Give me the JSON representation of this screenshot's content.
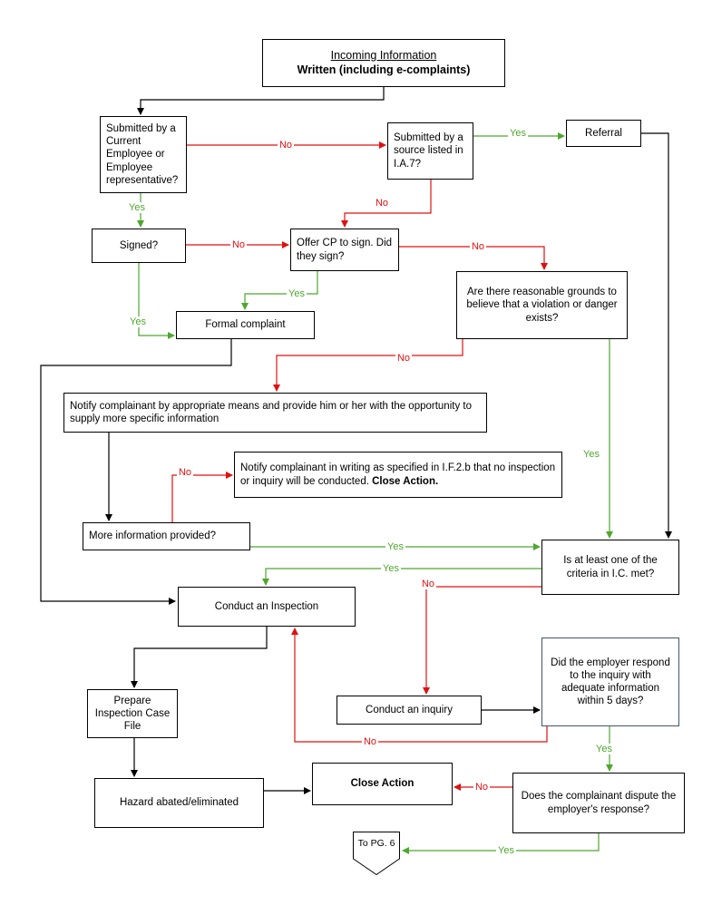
{
  "diagram": {
    "title_box": {
      "line1": "Incoming Information",
      "line2": "Written (including e-complaints)"
    },
    "nodes": {
      "submitted_employee": {
        "label": "Submitted by a Current Employee or Employee representative?"
      },
      "submitted_source": {
        "label": "Submitted by a source listed in I.A.7?"
      },
      "referral": {
        "label": "Referral"
      },
      "signed": {
        "label": "Signed?"
      },
      "offer_cp": {
        "label": "Offer CP to sign. Did they sign?"
      },
      "grounds": {
        "label": "Are there reasonable grounds to believe that a violation or danger exists?"
      },
      "formal_complaint": {
        "label": "Formal complaint"
      },
      "notify_means": {
        "label": "Notify complainant by appropriate means and provide him or her with the opportunity to supply more specific information"
      },
      "notify_writing": {
        "text": "Notify complainant in writing as specified in I.F.2.b that no inspection or inquiry will be conducted. ",
        "bold": "Close Action."
      },
      "more_info": {
        "label": "More information provided?"
      },
      "criteria": {
        "label": "Is at least one of the criteria in I.C. met?"
      },
      "conduct_inspection": {
        "label": "Conduct an Inspection"
      },
      "conduct_inquiry": {
        "label": "Conduct an inquiry"
      },
      "employer_respond": {
        "label": "Did the employer respond to the inquiry with adequate information within 5 days?"
      },
      "prepare_file": {
        "label": "Prepare Inspection Case File"
      },
      "hazard": {
        "label": "Hazard abated/eliminated"
      },
      "close_action": {
        "label": "Close Action"
      },
      "dispute": {
        "label": "Does the complainant dispute the employer's response?"
      },
      "to_pg6": {
        "label": "To PG. 6"
      }
    },
    "edge_labels": {
      "yes": "Yes",
      "no": "No"
    }
  },
  "colors": {
    "line": "#000000",
    "yes_green": "#4ea72e",
    "no_red": "#e01010",
    "box_border": "#000000",
    "box_fill": "#ffffff",
    "employer_box_border": "#44546a",
    "background": "#ffffff"
  }
}
